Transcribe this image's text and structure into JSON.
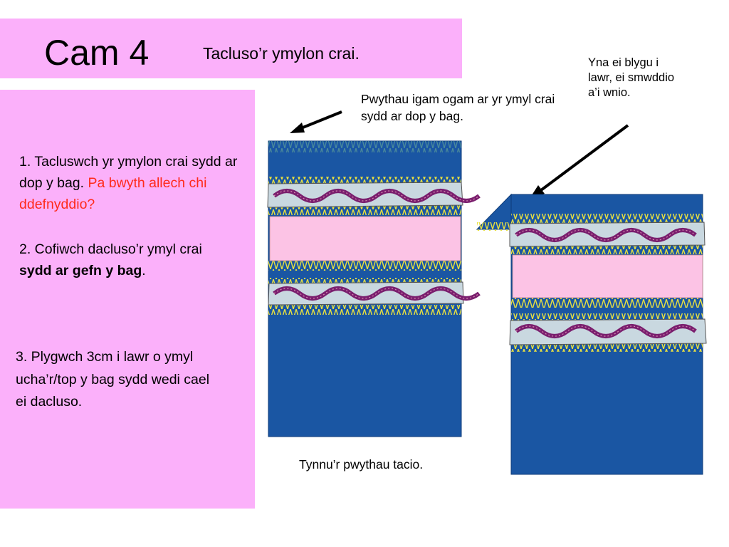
{
  "slide": {
    "title": "Cam 4",
    "subtitle": "Tacluso’r ymylon crai."
  },
  "instructions": {
    "step1_part1": "1. Tacluswch yr ymylon crai sydd ar dop y bag.",
    "step1_question": "Pa bwyth allech chi ddefnyddio?",
    "step2_part1": "2. Cofiwch dacluso’r ymyl crai",
    "step2_bold": "sydd ar gefn y bag",
    "step2_end": ".",
    "step3": "3. Plygwch 3cm i lawr o ymyl ucha’r/top y bag sydd wedi cael ei dacluso."
  },
  "annotations": {
    "zigzag_note": "Pwythau igam ogam ar yr ymyl crai sydd ar dop y bag.",
    "fold_note": "Yna ei blygu i lawr, ei smwddio a’i wnio.",
    "tacking_note": "Tynnu’r pwythau tacio."
  },
  "colors": {
    "panel_pink": "#fbb0fa",
    "bag_blue": "#1a56a3",
    "band_pink": "#fcc3e5",
    "ribbon_grey": "#c9d8e0",
    "wave_purple": "#7a1f6e",
    "zigzag_yellow": "#e8e040",
    "question_red": "#ff2a1a"
  }
}
